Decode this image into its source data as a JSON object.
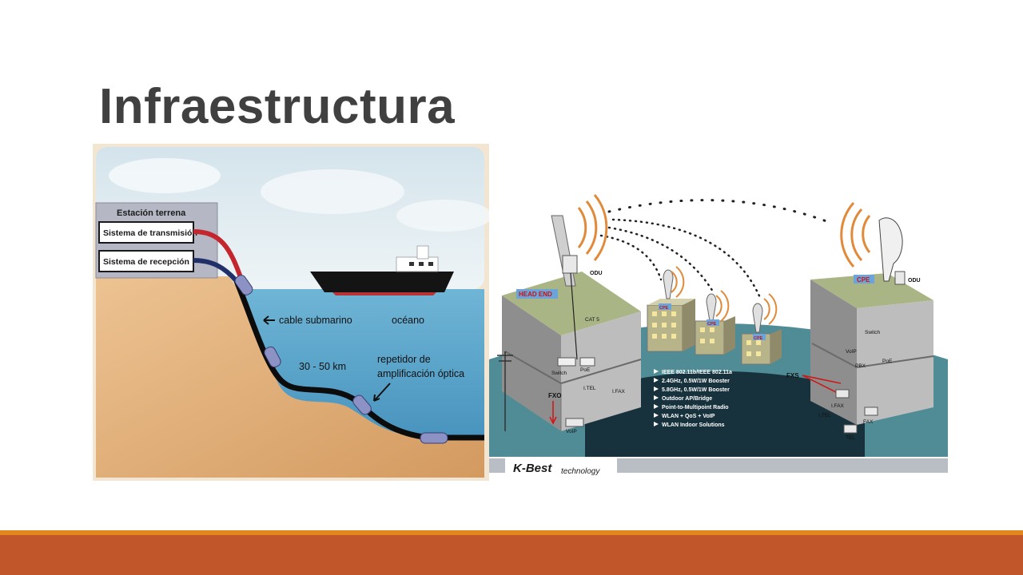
{
  "slide": {
    "title": "Infraestructura"
  },
  "left_diagram": {
    "station_title": "Estación terrena",
    "transmission": "Sistema de transmisión",
    "reception": "Sistema de recepción",
    "cable_label": "cable submarino",
    "ocean_label": "océano",
    "distance_label": "30 - 50 km",
    "repeater_line1": "repetidor de",
    "repeater_line2": "amplificación óptica",
    "colors": {
      "sky": "#dde9ef",
      "sea": "#5ea8cc",
      "land": "#e7b683",
      "tx_cable": "#c4262e",
      "rx_cable": "#22306a"
    }
  },
  "right_diagram": {
    "head_end": "HEAD END",
    "odu_left": "ODU",
    "odu_right": "ODU",
    "cpe_right": "CPE",
    "cpe_small": "CPE",
    "cat5": "CAT 5",
    "switch": "Switch",
    "poe": "PoE",
    "fxo": "FXO",
    "itel": "I.TEL",
    "ifax": "I.FAX",
    "voip": "VoIP",
    "fxs": "FXS",
    "pbx": "PBX",
    "fax": "FAX",
    "tel": "TEL",
    "features": [
      "IEEE 802.11b/IEEE 802.11a",
      "2.4GHz, 0.5W/1W Booster",
      "5.8GHz, 0.5W/1W Booster",
      "Outdoor AP/Bridge",
      "Point-to-Multipoint Radio",
      "WLAN + QoS + VoIP",
      "WLAN Indoor Solutions"
    ],
    "brand_logo": "K-Best",
    "brand_suffix": "technology",
    "colors": {
      "ground": "#4f8c95",
      "wall": "#9a9a9a",
      "roof": "#9aa77a",
      "label_bg": "#6aa4d8"
    }
  }
}
